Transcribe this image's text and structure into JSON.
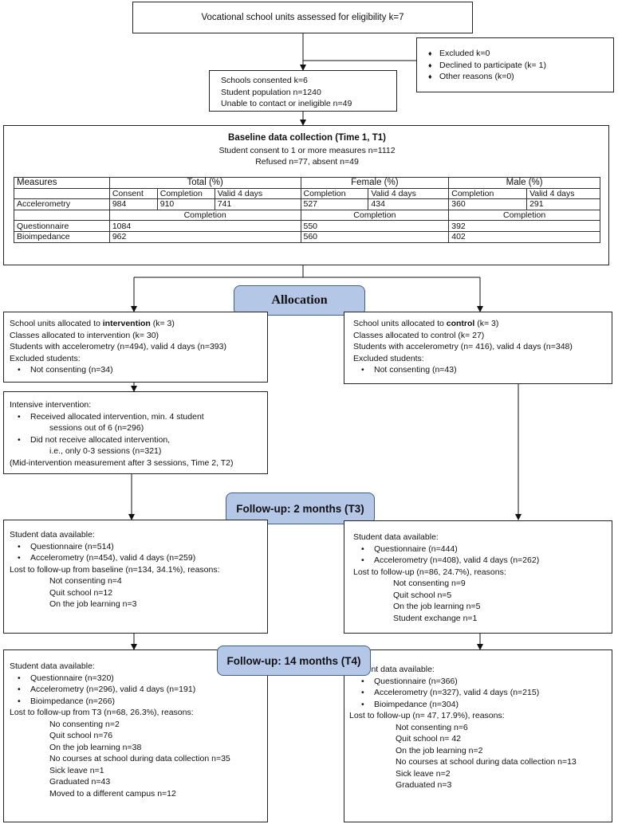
{
  "top_box": "Vocational school units assessed for eligibility k=7",
  "excluded_box": {
    "items": [
      "Excluded k=0",
      "Declined to participate (k= 1)",
      "Other reasons (k=0)"
    ]
  },
  "consent_box": {
    "lines": [
      "Schools consented k=6",
      "Student population n=1240",
      "Unable to contact or ineligible n=49"
    ]
  },
  "baseline": {
    "title": "Baseline data collection (Time 1, T1)",
    "line1": "Student consent to 1 or more measures n=1112",
    "line2": "Refused n=77, absent n=49",
    "table": {
      "h_measures": "Measures",
      "h_total": "Total (%)",
      "h_female": "Female (%)",
      "h_male": "Male (%)",
      "sub_consent": "Consent",
      "sub_completion": "Completion",
      "sub_valid": "Valid 4 days",
      "acc_label": "Accelerometry",
      "acc_total": [
        "984",
        "910",
        "741"
      ],
      "acc_female": [
        "527",
        "434"
      ],
      "acc_male": [
        "360",
        "291"
      ],
      "completion": "Completion",
      "q_label": "Questionnaire",
      "q_vals": [
        "1084",
        "550",
        "392"
      ],
      "b_label": "Bioimpedance",
      "b_vals": [
        "962",
        "560",
        "402"
      ]
    }
  },
  "allocation_label": "Allocation",
  "intervention_alloc": {
    "line1_pre": "School units allocated to ",
    "line1_bold": "intervention",
    "line1_post": " (k= 3)",
    "line2": "Classes allocated to intervention (k= 30)",
    "line3": "Students with accelerometry (n=494), valid 4 days (n=393)",
    "line4": "Excluded students:",
    "bullet": "Not consenting (n=34)"
  },
  "control_alloc": {
    "line1_pre": "School units allocated to ",
    "line1_bold": "control",
    "line1_post": " (k= 3)",
    "line2": "Classes allocated to control (k= 27)",
    "line3": "Students with accelerometry (n= 416), valid 4 days (n=348)",
    "line4": "Excluded students:",
    "bullet": "Not consenting (n=43)"
  },
  "intensive": {
    "title": "Intensive intervention:",
    "b1_l1": "Received allocated intervention, min. 4 student",
    "b1_l2": "sessions out of 6 (n=296)",
    "b2_l1": "Did not receive allocated intervention,",
    "b2_l2": "i.e., only 0-3 sessions (n=321)",
    "note": "(Mid-intervention measurement after 3 sessions, Time 2, T2)"
  },
  "followup2_label": "Follow-up: 2 months (T3)",
  "int_t3": {
    "line1": "Student data available:",
    "b1": "Questionnaire (n=514)",
    "b2": "Accelerometry (n=454), valid 4 days (n=259)",
    "lost": "Lost to follow-up from baseline (n=134, 34.1%), reasons:",
    "reasons": [
      "Not consenting n=4",
      "Quit school n=12",
      "On the job learning n=3"
    ]
  },
  "ctl_t3": {
    "line1": "Student data available:",
    "b1": "Questionnaire (n=444)",
    "b2": "Accelerometry (n=408), valid 4 days (n=262)",
    "lost": "Lost to follow-up (n=86, 24.7%), reasons:",
    "reasons": [
      "Not consenting n=9",
      "Quit school n=5",
      "On the job learning n=5",
      "Student exchange n=1"
    ]
  },
  "followup14_label": "Follow-up: 14 months (T4)",
  "int_t4": {
    "line1": "Student data available:",
    "b1": "Questionnaire (n=320)",
    "b2": "Accelerometry (n=296), valid 4 days (n=191)",
    "b3": "Bioimpedance (n=266)",
    "lost": "Lost to follow-up from T3 (n=68, 26.3%), reasons:",
    "reasons": [
      "No consenting n=2",
      "Quit school n=76",
      "On the job learning n=38",
      "No courses at school during data collection n=35",
      "Sick leave n=1",
      "Graduated n=43",
      "Moved to a different campus n=12"
    ]
  },
  "ctl_t4": {
    "line1": "Student data available:",
    "b1": "Questionnaire (n=366)",
    "b2": "Accelerometry (n=327), valid 4 days (n=215)",
    "b3": "Bioimpedance (n=304)",
    "lost": "Lost to follow-up (n= 47, 17.9%), reasons:",
    "reasons": [
      "Not consenting n=6",
      "Quit school n= 42",
      "On the job learning n=2",
      "No courses at school during data collection n=13",
      "Sick leave n=2",
      "Graduated n=3"
    ]
  }
}
